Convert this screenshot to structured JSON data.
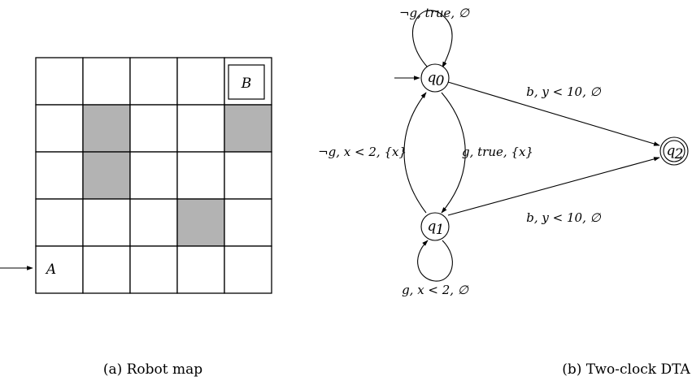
{
  "robot_map": {
    "rows": 5,
    "cols": 5,
    "obstacles": [
      [
        1,
        1
      ],
      [
        1,
        4
      ],
      [
        2,
        1
      ],
      [
        3,
        3
      ]
    ],
    "start": {
      "row": 4,
      "col": 0,
      "label": "A"
    },
    "goal": {
      "row": 0,
      "col": 4,
      "label": "B"
    },
    "caption": "(a) Robot map"
  },
  "dta": {
    "states": [
      {
        "id": "q0",
        "label": "q",
        "sub": "0",
        "initial": true,
        "accepting": false
      },
      {
        "id": "q1",
        "label": "q",
        "sub": "1",
        "initial": false,
        "accepting": false
      },
      {
        "id": "q2",
        "label": "q",
        "sub": "2",
        "initial": false,
        "accepting": true
      }
    ],
    "transitions": {
      "q0_self": "¬g, true, ∅",
      "q0_q1": "g, true, {x}",
      "q1_q0": "¬g, x < 2, {x}",
      "q0_q2": "b, y < 10, ∅",
      "q1_q2": "b, y < 10, ∅",
      "q1_self": "g, x < 2, ∅"
    },
    "caption": "(b) Two-clock DTA"
  }
}
